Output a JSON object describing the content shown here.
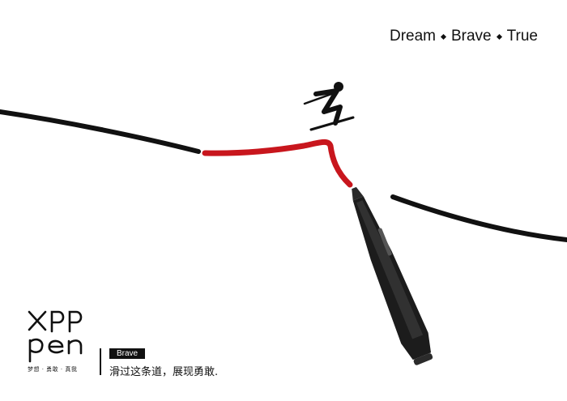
{
  "tagline": {
    "word1": "Dream",
    "word2": "Brave",
    "word3": "True"
  },
  "brand": {
    "name": "XPPen",
    "slogan": "梦想 · 勇敢 · 真我"
  },
  "badge": {
    "label": "Brave"
  },
  "caption": {
    "text": "滑过这条道，展现勇敢."
  },
  "colors": {
    "accent": "#c8161d",
    "ink": "#111111",
    "background": "#ffffff"
  }
}
